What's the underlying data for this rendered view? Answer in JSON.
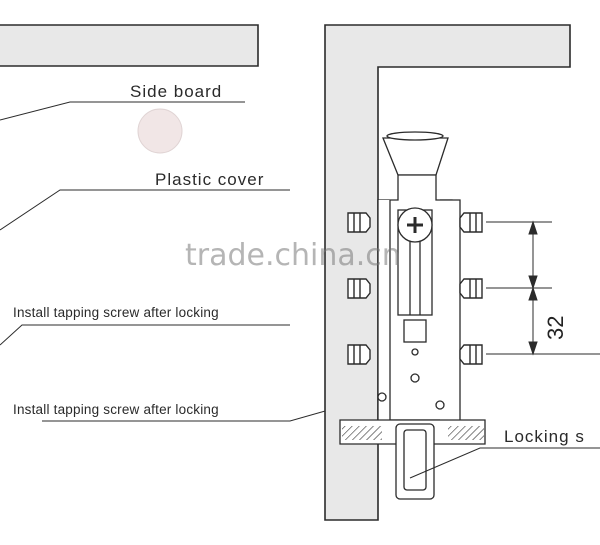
{
  "labels": {
    "side_board": "Side board",
    "plastic_cover": "Plastic cover",
    "install_1": "Install tapping screw after locking",
    "install_2": "Install tapping screw after locking",
    "locking": "Locking s",
    "dimension": "32"
  },
  "watermark": "trade.china.cn",
  "colors": {
    "line": "#2b2b2b",
    "panel_fill": "#e8e8e8",
    "cap_fill": "#f1e6e6"
  }
}
